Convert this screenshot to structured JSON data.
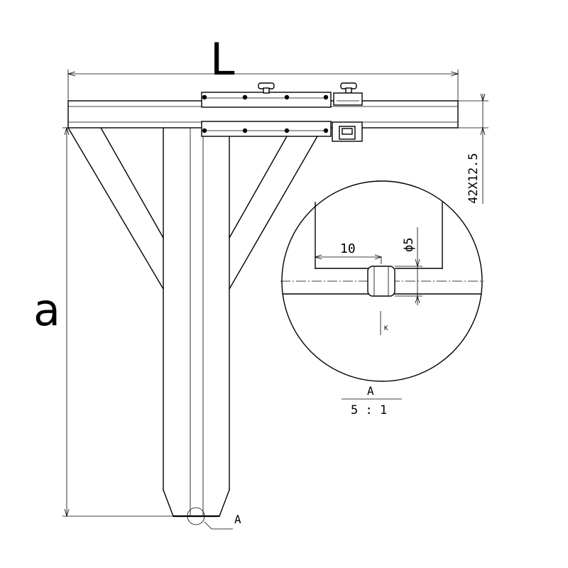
{
  "labels": {
    "length": "L",
    "height": "a",
    "profile": "42X12.5",
    "dim_10": "10",
    "dim_phi5": "ϕ5",
    "mark_k": "K",
    "callout_a": "A",
    "detail_id": "A",
    "detail_scale": "5 : 1"
  }
}
